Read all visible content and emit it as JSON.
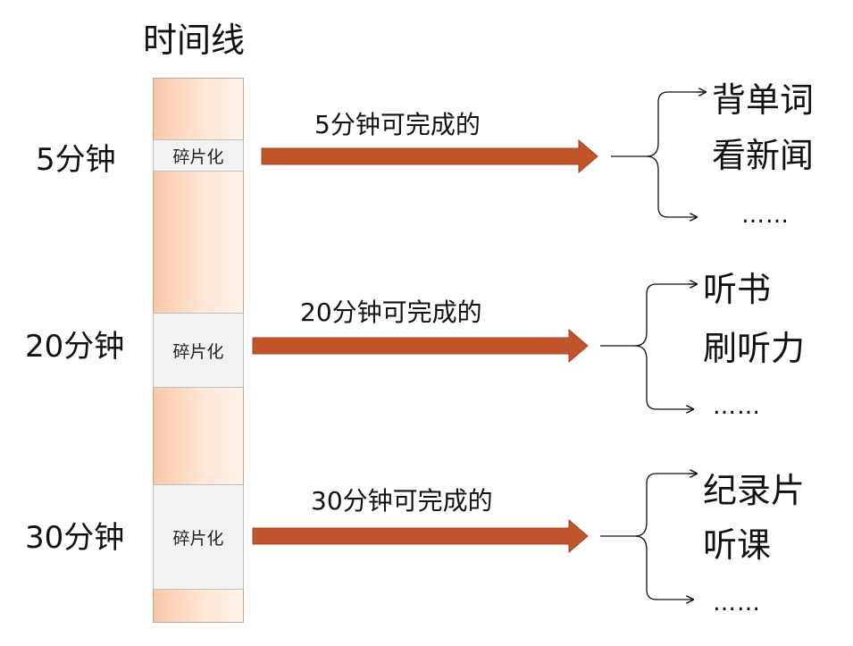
{
  "title": "时间线",
  "fragment_label": "碎片化",
  "groups": [
    {
      "time": "5分钟",
      "arrow_label": "5分钟可完成的",
      "items": [
        "背单词",
        "看新闻"
      ],
      "more": "……"
    },
    {
      "time": "20分钟",
      "arrow_label": "20分钟可完成的",
      "items": [
        "听书",
        "刷听力"
      ],
      "more": "……"
    },
    {
      "time": "30分钟",
      "arrow_label": "30分钟可完成的",
      "items": [
        "纪录片",
        "听课"
      ],
      "more": "……"
    }
  ],
  "colors": {
    "arrow": "#c0552c",
    "timeline_fill": "#fbc7a6",
    "fragment_fill": "#f2f2f2"
  }
}
